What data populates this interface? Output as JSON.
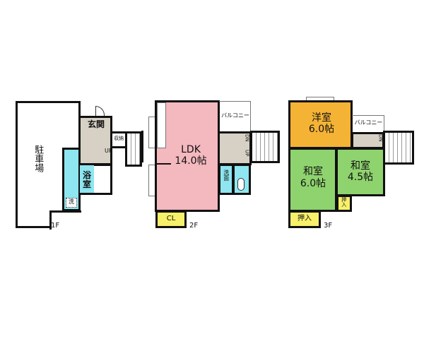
{
  "floors": [
    {
      "label": "1F",
      "rooms": {
        "parking": "駐車場",
        "entrance": "玄関",
        "storage": "収納",
        "bath": "浴室",
        "washer": "洗",
        "stairs": "UP"
      }
    },
    {
      "label": "2F",
      "rooms": {
        "ldk_name": "LDK",
        "ldk_size": "14.0帖",
        "balcony": "バルコニー",
        "washroom": "洗面",
        "closet": "CL",
        "stairs_dn": "DN",
        "stairs_up": "UP"
      }
    },
    {
      "label": "3F",
      "rooms": {
        "western_name": "洋室",
        "western_size": "6.0帖",
        "japanese1_name": "和室",
        "japanese1_size": "6.0帖",
        "japanese2_name": "和室",
        "japanese2_size": "4.5帖",
        "oshiire_small": "押入",
        "oshiire": "押入",
        "balcony": "バルコニー",
        "stairs_dn": "DN"
      }
    }
  ],
  "colors": {
    "ldk": "#f4b8bf",
    "western": "#f5b335",
    "japanese": "#8fd36f",
    "wet": "#8ee6f0",
    "hall": "#d6d1c4",
    "closet": "#f7f06a"
  }
}
